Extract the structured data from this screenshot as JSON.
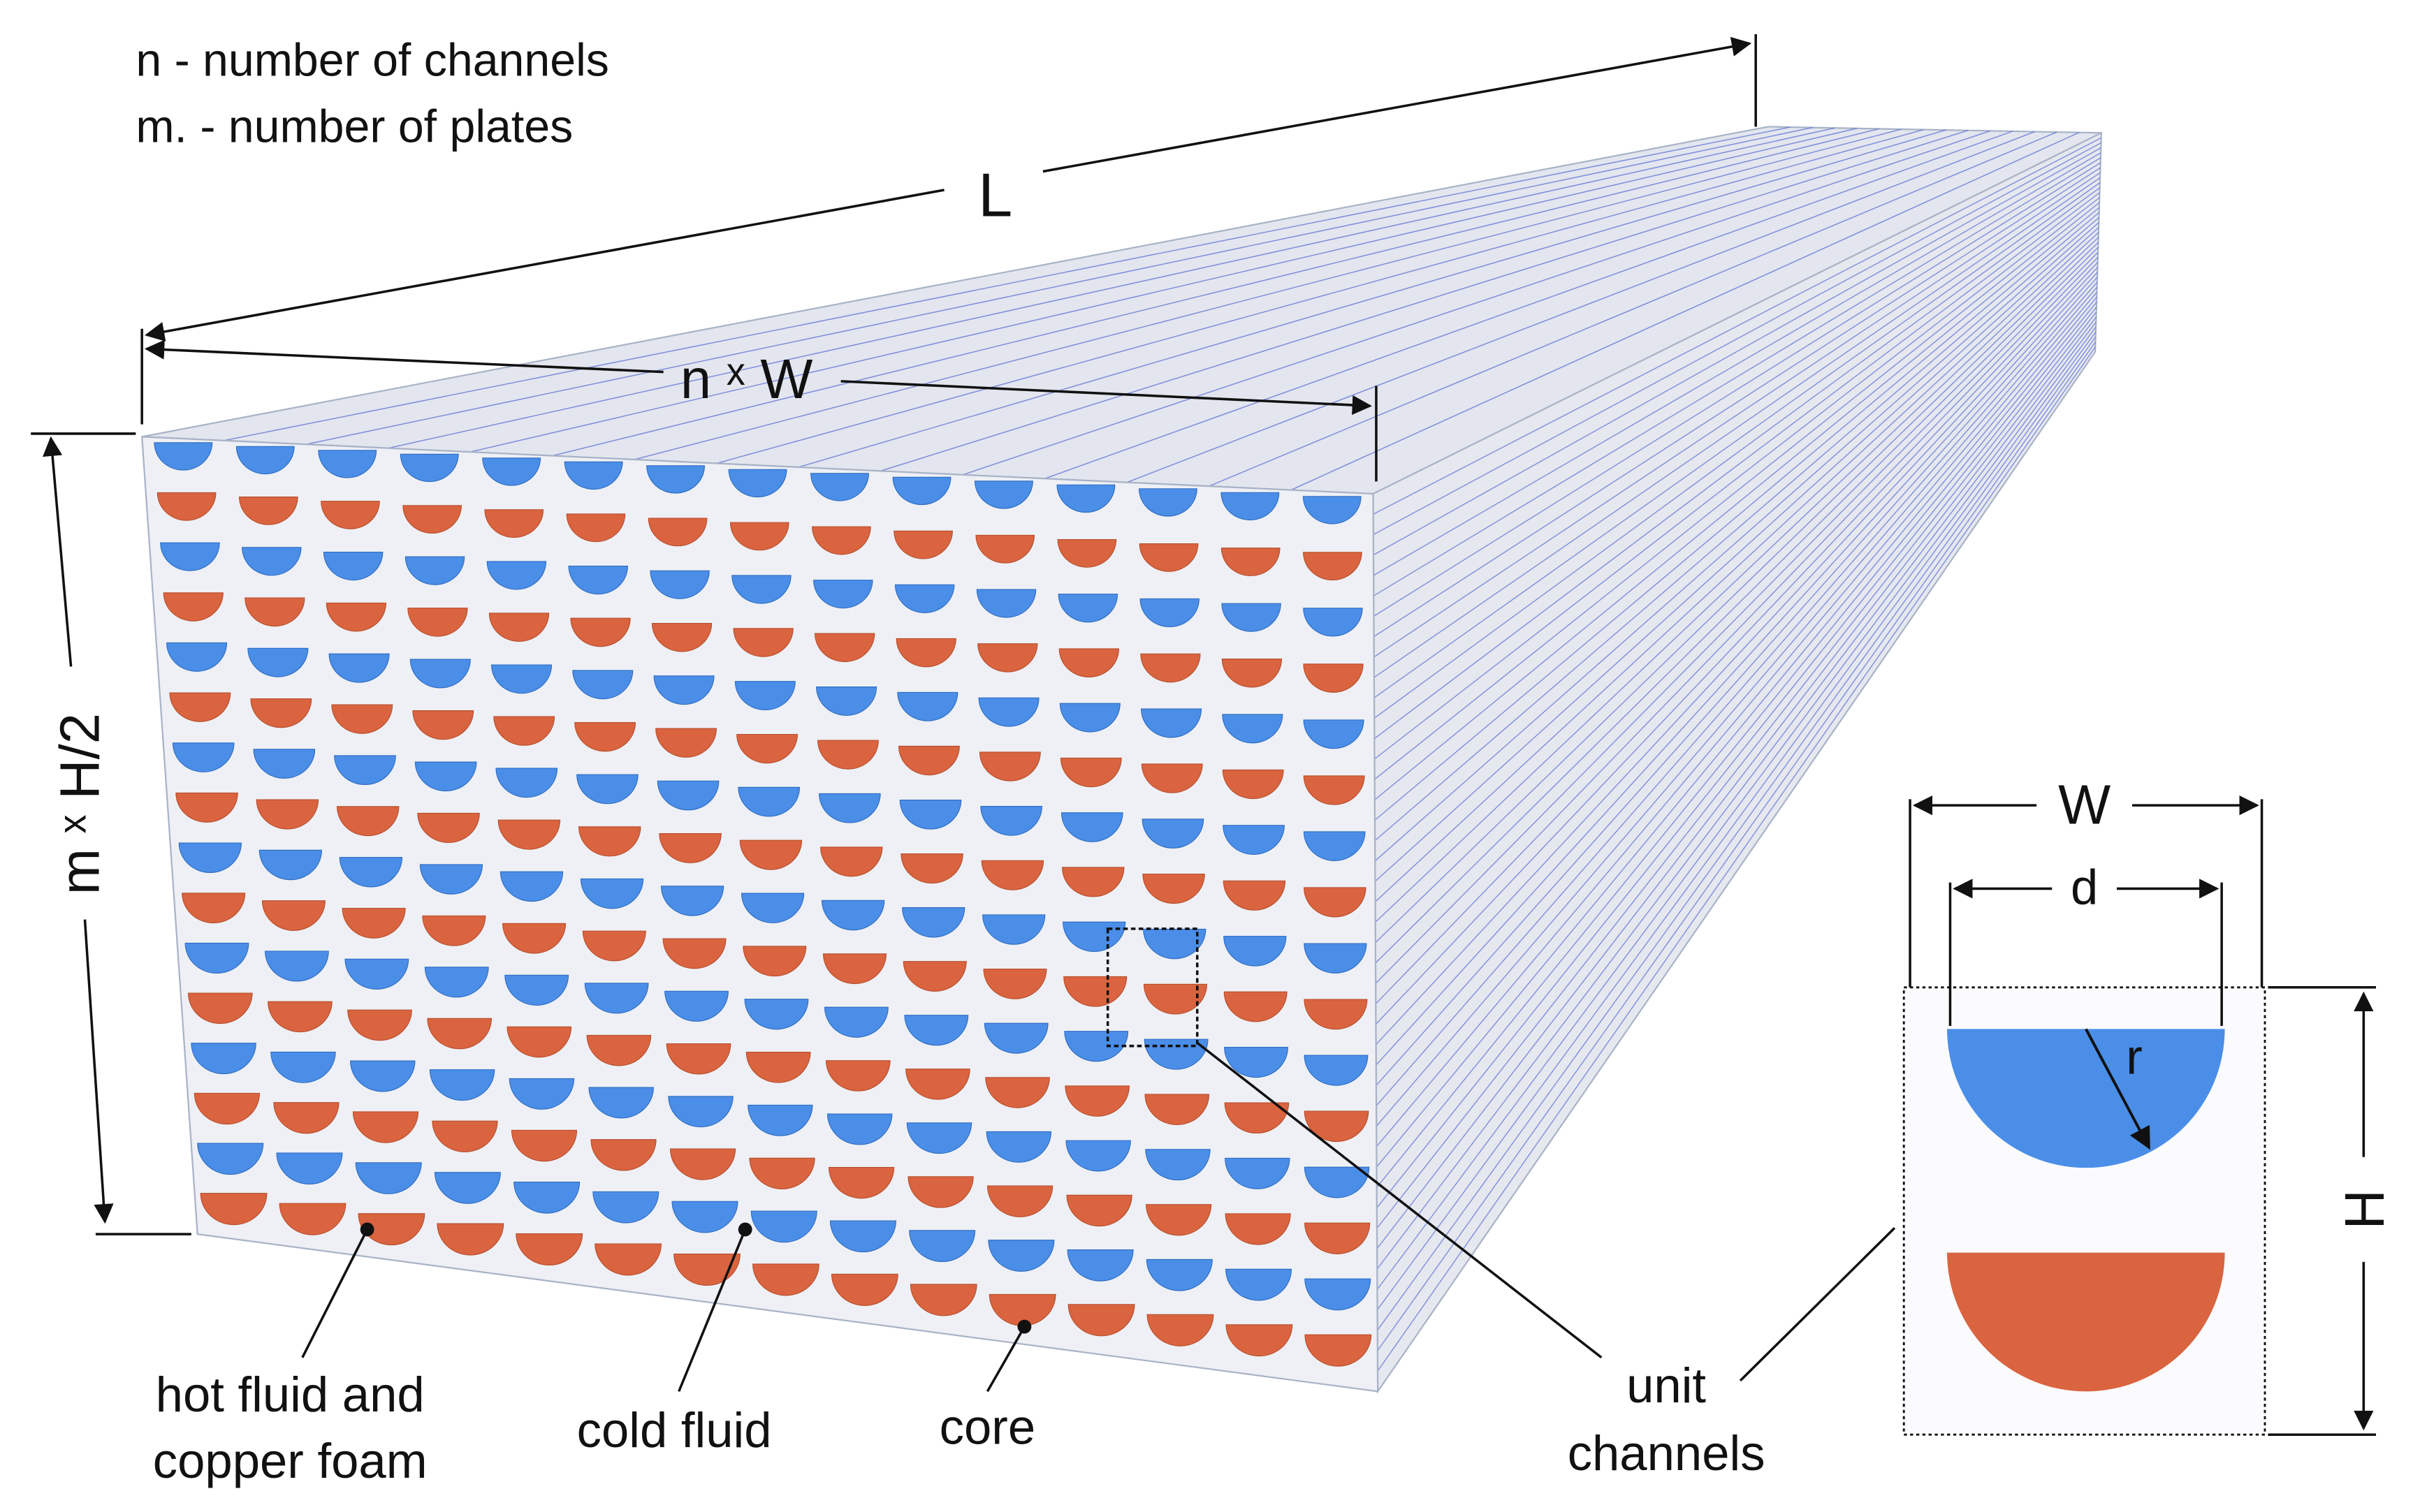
{
  "legend": {
    "line1": "n - number of channels",
    "line2": "m. - number of plates"
  },
  "dimensions": {
    "length": "L",
    "width_total": "n ˣ W",
    "height_total": "m ˣ H/2",
    "unit_width": "W",
    "unit_diameter": "d",
    "unit_radius": "r",
    "unit_height": "H"
  },
  "callouts": {
    "hot_line1": "hot fluid and",
    "hot_line2": "copper foam",
    "cold": "cold fluid",
    "core": "core",
    "unit_line1": "unit",
    "unit_line2": "channels"
  },
  "colors": {
    "cold": "#4a8ee8",
    "hot": "#d9643f",
    "face": "#eef0f5",
    "top": "#e3e6ee",
    "side": "#e6e8ef",
    "edge": "#a9b3c7",
    "channel_line": "#5f73d6"
  },
  "grid": {
    "columns": 15,
    "rows": 16
  }
}
